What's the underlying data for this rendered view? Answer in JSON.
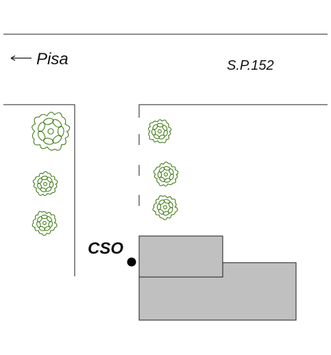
{
  "labels": {
    "direction": "Pisa",
    "road": "S.P.152",
    "point": "CSO"
  },
  "icons": {
    "direction_arrow": "left-arrow-icon",
    "tree": "tree-icon",
    "marker": "point-marker"
  },
  "colors": {
    "tree_outline": "#3f7a14",
    "building_fill": "#c0c0c0",
    "line": "#1a1a1a",
    "marker": "#000000"
  }
}
